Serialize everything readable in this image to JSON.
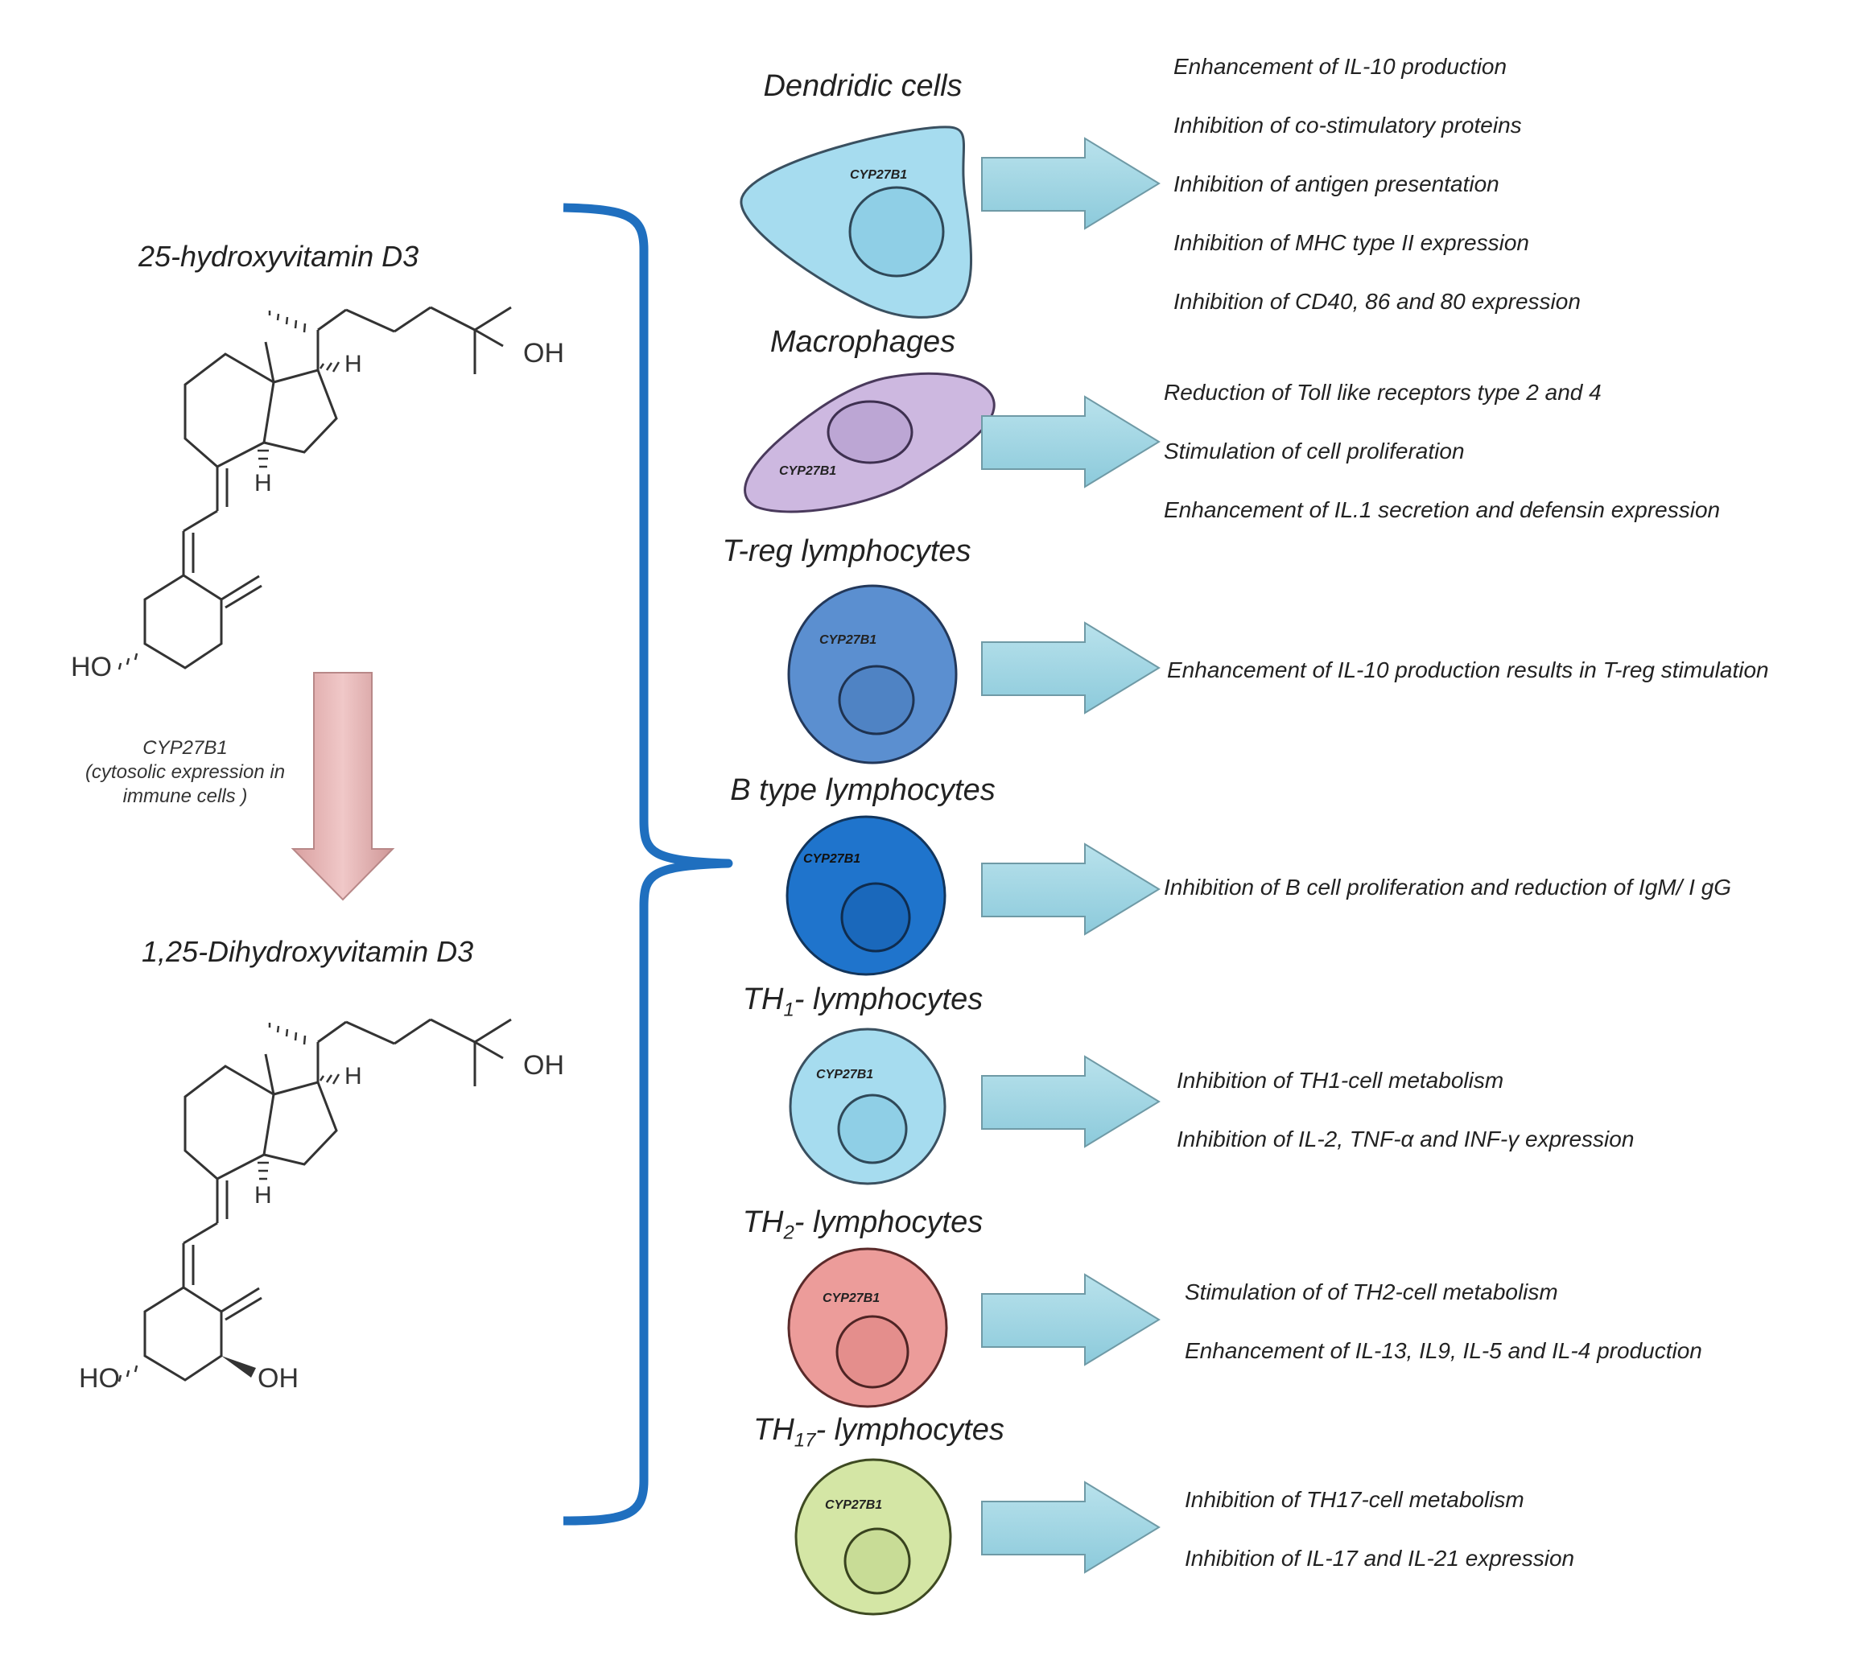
{
  "molecules": {
    "precursor": {
      "name": "25-hydroxyvitamin D3",
      "oh_label": "OH",
      "ho_label": "HO",
      "h_label": "H"
    },
    "product": {
      "name": "1,25-Dihydroxyvitamin D3",
      "oh_label": "OH",
      "ho_label": "HO",
      "h_label": "H"
    }
  },
  "conversion": {
    "enzyme": "CYP27B1",
    "note_line1": "(cytosolic expression in",
    "note_line2": "immune cells )",
    "arrow_color": "#e3b5b5"
  },
  "bracket_color": "#1f6fbf",
  "arrow_color": "#9fd4e0",
  "cells": [
    {
      "title": "Dendridic cells",
      "sub": "",
      "title_suffix": "",
      "label": "CYP27B1",
      "color": "#a6dcef",
      "effects": [
        "Enhancement of IL-10 production",
        "Inhibition of co-stimulatory proteins",
        "Inhibition of antigen presentation",
        "Inhibition of MHC type II expression",
        "Inhibition of CD40, 86 and 80 expression"
      ]
    },
    {
      "title": "Macrophages",
      "sub": "",
      "title_suffix": "",
      "label": "CYP27B1",
      "color": "#cdb8e0",
      "effects": [
        "Reduction of Toll like receptors type 2 and 4",
        "Stimulation of cell proliferation",
        "Enhancement of IL.1 secretion and defensin expression"
      ]
    },
    {
      "title": "T-reg lymphocytes",
      "sub": "",
      "title_suffix": "",
      "label": "CYP27B1",
      "color": "#5b8fd0",
      "effects": [
        "Enhancement of IL-10 production results in T-reg stimulation"
      ]
    },
    {
      "title": "B type lymphocytes",
      "sub": "",
      "title_suffix": "",
      "label": "CYP27B1",
      "color": "#1f74cc",
      "effects": [
        "Inhibition of B cell proliferation and reduction of IgM/ I gG"
      ]
    },
    {
      "title": "TH",
      "sub": "1",
      "title_suffix": "- lymphocytes",
      "label": "CYP27B1",
      "color": "#a6dcef",
      "effects": [
        "Inhibition of TH1-cell metabolism",
        "Inhibition of IL-2, TNF-α and INF-γ expression"
      ]
    },
    {
      "title": "TH",
      "sub": "2",
      "title_suffix": "- lymphocytes",
      "label": "CYP27B1",
      "color": "#ec9c9a",
      "effects": [
        "Stimulation of of TH2-cell metabolism",
        "Enhancement of IL-13, IL9, IL-5 and IL-4 production"
      ]
    },
    {
      "title": "TH",
      "sub": "17",
      "title_suffix": "- lymphocytes",
      "label": "CYP27B1",
      "color": "#d4e6a5",
      "effects": [
        "Inhibition of TH17-cell metabolism",
        "Inhibition of IL-17 and IL-21 expression"
      ]
    }
  ]
}
